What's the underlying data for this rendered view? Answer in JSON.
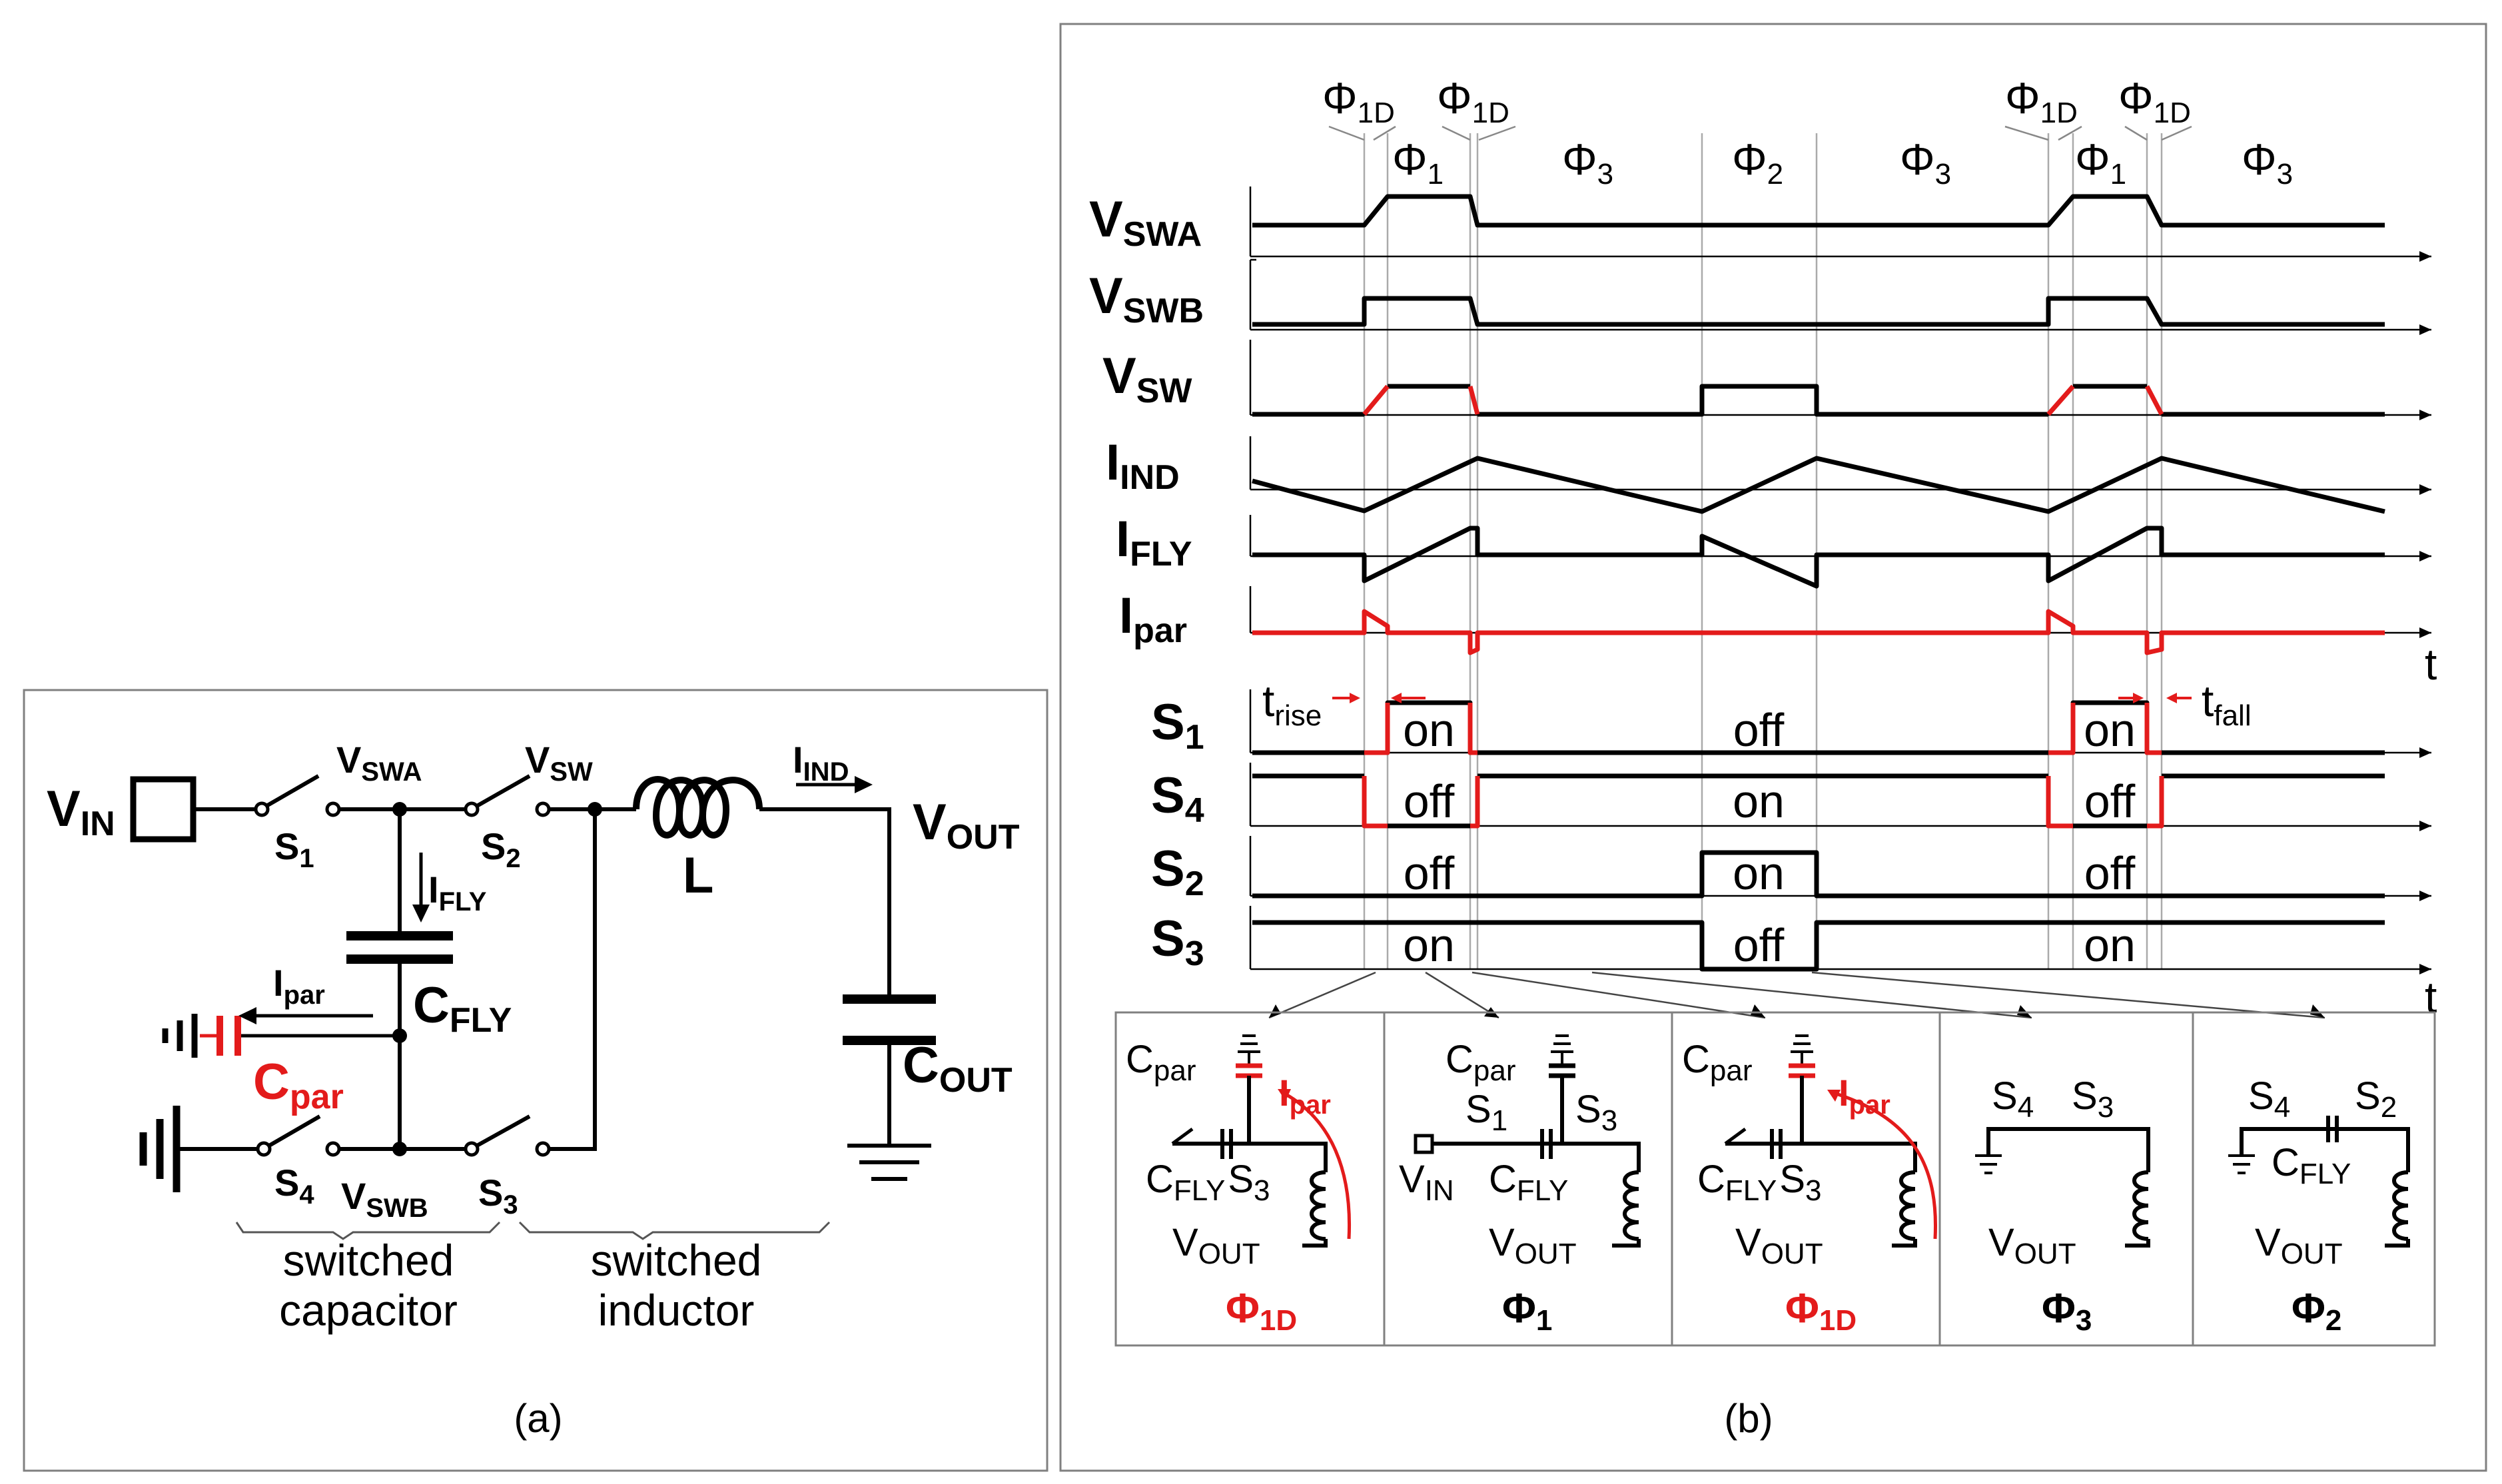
{
  "panel_a": {
    "caption": "(a)",
    "vin": "V",
    "vin_sub": "IN",
    "vswa": "V",
    "vswa_sub": "SWA",
    "vsw": "V",
    "vsw_sub": "SW",
    "vswb": "V",
    "vswb_sub": "SWB",
    "iind": "I",
    "iind_sub": "IND",
    "vout": "V",
    "vout_sub": "OUT",
    "s1": "S",
    "s1_sub": "1",
    "s2": "S",
    "s2_sub": "2",
    "s3": "S",
    "s3_sub": "3",
    "s4": "S",
    "s4_sub": "4",
    "ifly": "I",
    "ifly_sub": "FLY",
    "cfly": "C",
    "cfly_sub": "FLY",
    "ipar": "I",
    "ipar_sub": "par",
    "cpar": "C",
    "cpar_sub": "par",
    "l": "L",
    "cout": "C",
    "cout_sub": "OUT",
    "switched_cap_1": "switched",
    "switched_cap_2": "capacitor",
    "switched_ind_1": "switched",
    "switched_ind_2": "inductor"
  },
  "panel_b": {
    "caption": "(b)",
    "phi": "Φ",
    "phase_sub": {
      "p1": "1",
      "p2": "2",
      "p3": "3",
      "p1d": "1D"
    },
    "time_label": "t",
    "t_rise": "t",
    "t_rise_sub": "rise",
    "t_fall": "t",
    "t_fall_sub": "fall",
    "rows": {
      "vswa": {
        "main": "V",
        "sub": "SWA"
      },
      "vswb": {
        "main": "V",
        "sub": "SWB"
      },
      "vsw": {
        "main": "V",
        "sub": "SW"
      },
      "iind": {
        "main": "I",
        "sub": "IND"
      },
      "ifly": {
        "main": "I",
        "sub": "FLY"
      },
      "ipar": {
        "main": "I",
        "sub": "par"
      },
      "s1": {
        "main": "S",
        "sub": "1"
      },
      "s4": {
        "main": "S",
        "sub": "4"
      },
      "s2": {
        "main": "S",
        "sub": "2"
      },
      "s3": {
        "main": "S",
        "sub": "3"
      }
    },
    "states": {
      "on": "on",
      "off": "off"
    },
    "mini": {
      "cpar": "C",
      "cpar_sub": "par",
      "ipar": "I",
      "ipar_sub": "par",
      "cfly": "C",
      "cfly_sub": "FLY",
      "vout": "V",
      "vout_sub": "OUT",
      "vin": "V",
      "vin_sub": "IN",
      "s": "S",
      "n1": "1",
      "n2": "2",
      "n3": "3",
      "n4": "4",
      "phase_1d": "1D",
      "phase_1": "1",
      "phase_3": "3",
      "phase_2": "2"
    }
  },
  "colors": {
    "black": "#000000",
    "red": "#e31b1b",
    "guide": "#aaaaaa",
    "frame": "#808080"
  }
}
